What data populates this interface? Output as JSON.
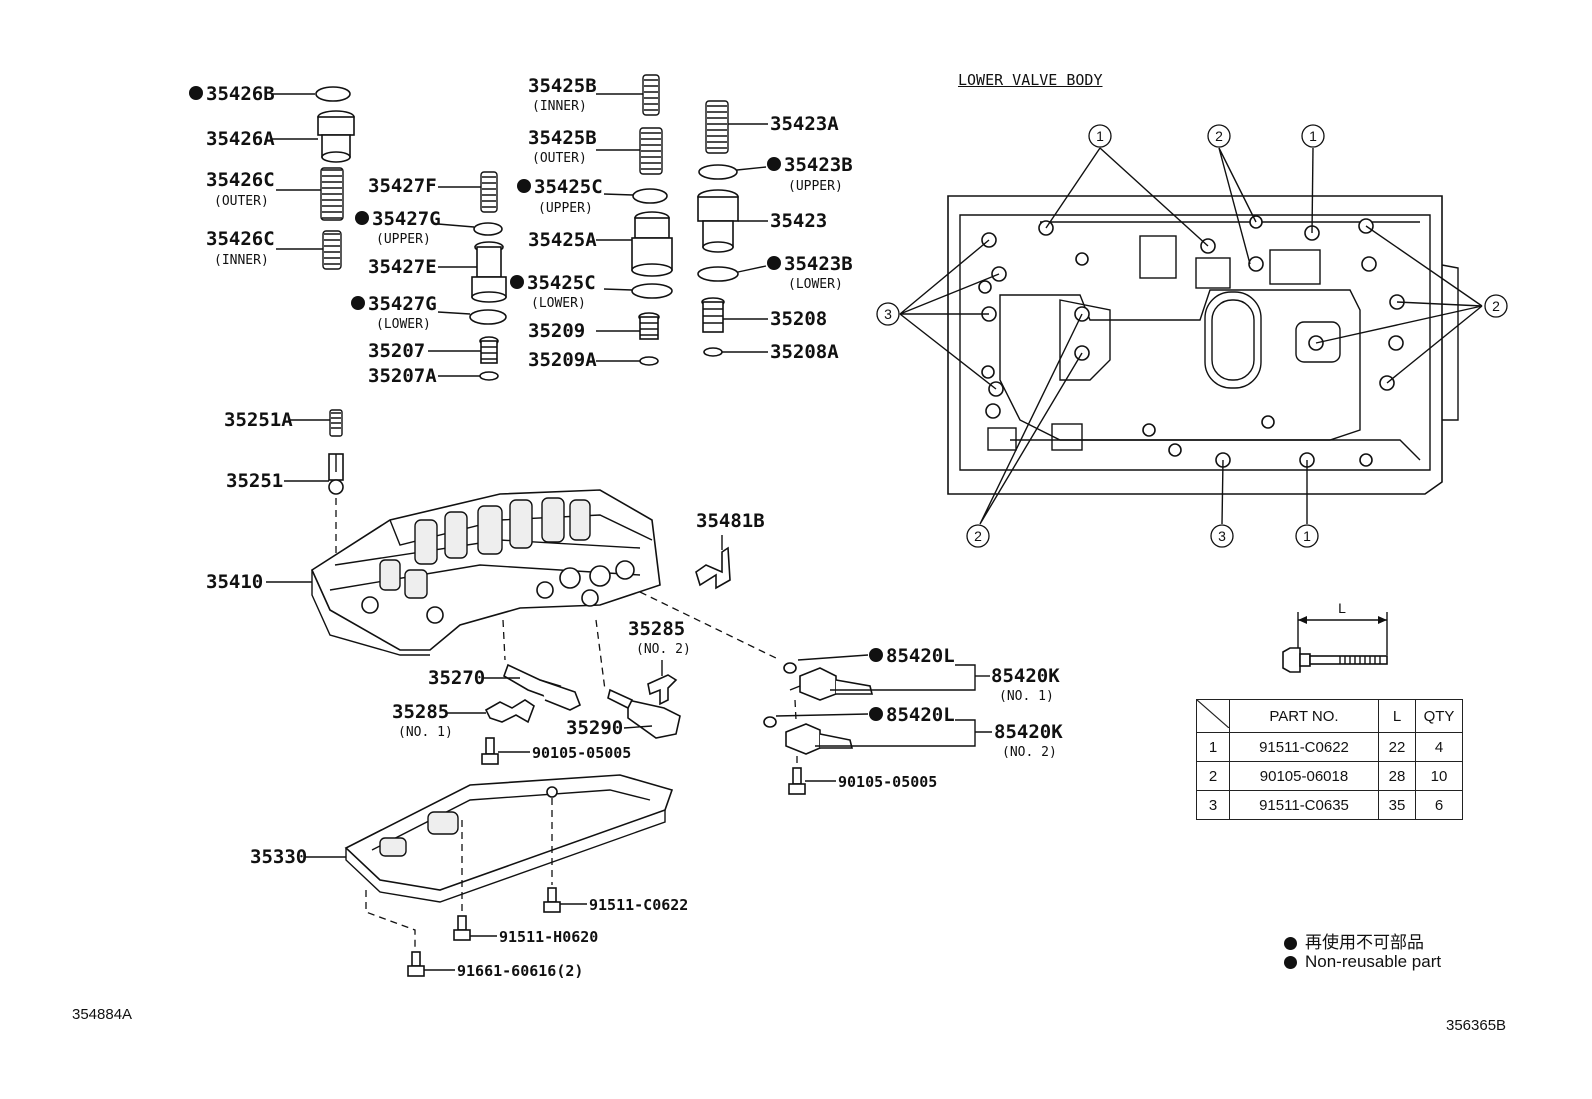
{
  "title": "LOWER VALVE BODY",
  "diagram_codes": {
    "left": "354884A",
    "right": "356365B"
  },
  "parts": [
    {
      "id": "p35426B",
      "label": "35426B",
      "nonreusable": true
    },
    {
      "id": "p35426A",
      "label": "35426A"
    },
    {
      "id": "p35426C_o",
      "label": "35426C",
      "sub": "(OUTER)"
    },
    {
      "id": "p35426C_i",
      "label": "35426C",
      "sub": "(INNER)"
    },
    {
      "id": "p35427F",
      "label": "35427F"
    },
    {
      "id": "p35427G_u",
      "label": "35427G",
      "sub": "(UPPER)",
      "nonreusable": true
    },
    {
      "id": "p35427E",
      "label": "35427E"
    },
    {
      "id": "p35427G_l",
      "label": "35427G",
      "sub": "(LOWER)",
      "nonreusable": true
    },
    {
      "id": "p35207",
      "label": "35207"
    },
    {
      "id": "p35207A",
      "label": "35207A"
    },
    {
      "id": "p35425B_i",
      "label": "35425B",
      "sub": "(INNER)"
    },
    {
      "id": "p35425B_o",
      "label": "35425B",
      "sub": "(OUTER)"
    },
    {
      "id": "p35425C_u",
      "label": "35425C",
      "sub": "(UPPER)",
      "nonreusable": true
    },
    {
      "id": "p35425A",
      "label": "35425A"
    },
    {
      "id": "p35425C_l",
      "label": "35425C",
      "sub": "(LOWER)",
      "nonreusable": true
    },
    {
      "id": "p35209",
      "label": "35209"
    },
    {
      "id": "p35209A",
      "label": "35209A"
    },
    {
      "id": "p35423A",
      "label": "35423A"
    },
    {
      "id": "p35423B_u",
      "label": "35423B",
      "sub": "(UPPER)",
      "nonreusable": true
    },
    {
      "id": "p35423",
      "label": "35423"
    },
    {
      "id": "p35423B_l",
      "label": "35423B",
      "sub": "(LOWER)",
      "nonreusable": true
    },
    {
      "id": "p35208",
      "label": "35208"
    },
    {
      "id": "p35208A",
      "label": "35208A"
    },
    {
      "id": "p35251A",
      "label": "35251A"
    },
    {
      "id": "p35251",
      "label": "35251"
    },
    {
      "id": "p35410",
      "label": "35410"
    },
    {
      "id": "p35481B",
      "label": "35481B"
    },
    {
      "id": "p35285_2",
      "label": "35285",
      "sub": "(NO. 2)"
    },
    {
      "id": "p35270",
      "label": "35270"
    },
    {
      "id": "p35285_1",
      "label": "35285",
      "sub": "(NO. 1)"
    },
    {
      "id": "p35290",
      "label": "35290"
    },
    {
      "id": "p90105a",
      "label": "90105-05005"
    },
    {
      "id": "p85420L_a",
      "label": "85420L",
      "nonreusable": true
    },
    {
      "id": "p85420K_1",
      "label": "85420K",
      "sub": "(NO. 1)"
    },
    {
      "id": "p85420L_b",
      "label": "85420L",
      "nonreusable": true
    },
    {
      "id": "p85420K_2",
      "label": "85420K",
      "sub": "(NO. 2)"
    },
    {
      "id": "p90105b",
      "label": "90105-05005"
    },
    {
      "id": "p35330",
      "label": "35330"
    },
    {
      "id": "p91511C",
      "label": "91511-C0622"
    },
    {
      "id": "p91511H",
      "label": "91511-H0620"
    },
    {
      "id": "p91661",
      "label": "91661-60616(2)"
    }
  ],
  "bolt_markers": [
    "1",
    "2",
    "1",
    "3",
    "2",
    "2",
    "3",
    "1"
  ],
  "dimension_label": "L",
  "bolt_table": {
    "headers": [
      "",
      "PART NO.",
      "L",
      "QTY"
    ],
    "rows": [
      {
        "n": "1",
        "part": "91511-C0622",
        "l": "22",
        "qty": "4"
      },
      {
        "n": "2",
        "part": "90105-06018",
        "l": "28",
        "qty": "10"
      },
      {
        "n": "3",
        "part": "91511-C0635",
        "l": "35",
        "qty": "6"
      }
    ]
  },
  "legend": {
    "jp": "再使用不可部品",
    "en": "Non-reusable part"
  }
}
